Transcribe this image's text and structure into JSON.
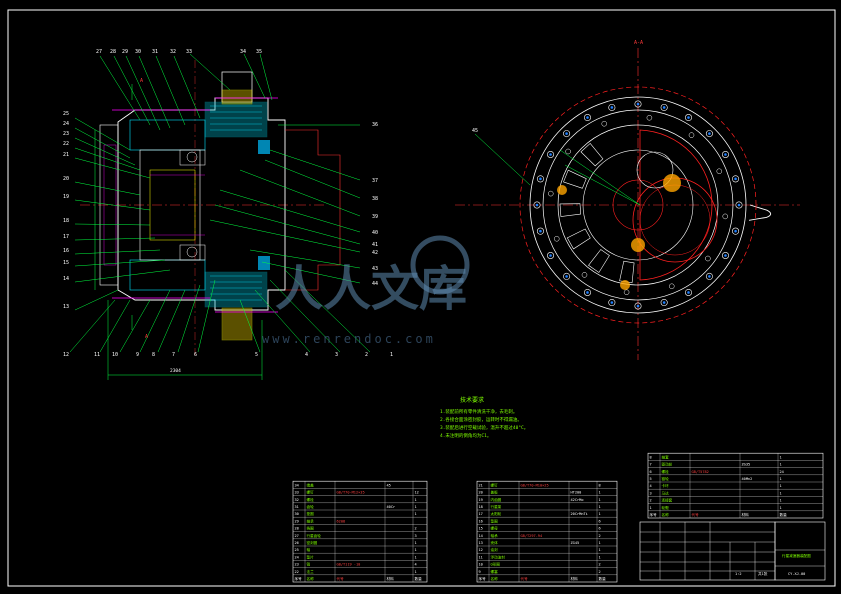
{
  "section_label": "A-A",
  "view_label_a": "A",
  "balloons_top": [
    "27",
    "28",
    "29",
    "30",
    "31",
    "32",
    "33",
    "34",
    "35"
  ],
  "balloons_left": [
    "25",
    "24",
    "23",
    "22",
    "21",
    "20",
    "19",
    "18",
    "17",
    "16",
    "15",
    "14",
    "13"
  ],
  "balloons_bottom": [
    "12",
    "11",
    "10",
    "9",
    "8",
    "7",
    "6",
    "5",
    "4",
    "3",
    "2",
    "1"
  ],
  "balloons_right": [
    "36",
    "37",
    "38",
    "39",
    "40",
    "41",
    "42",
    "43",
    "44"
  ],
  "balloon_45": "45",
  "dim_width": "2304",
  "tech_notes": {
    "title": "技术要求",
    "items": [
      "1.装配前所有零件清洗干净，去毛刺。",
      "2.各接合面涂密封胶，运转时不得漏油。",
      "3.装配后进行空载试验，温升不超过40°C。",
      "4.未注明的倒角均为C1。"
    ]
  },
  "parts_list_left": {
    "rows": [
      [
        "34",
        "端盖",
        "",
        "45",
        ""
      ],
      [
        "33",
        "螺钉",
        "GB/T70-M12×35",
        "",
        "12"
      ],
      [
        "32",
        "螺栓",
        "",
        "",
        "1"
      ],
      [
        "31",
        "齿轮",
        "",
        "40Cr",
        "1"
      ],
      [
        "30",
        "垫圈",
        "",
        "",
        "1"
      ],
      [
        "29",
        "轴承",
        "6208",
        "",
        ""
      ],
      [
        "28",
        "挡圈",
        "",
        "",
        "2"
      ],
      [
        "27",
        "行星齿轮",
        "",
        "",
        "3"
      ],
      [
        "26",
        "密封圈",
        "",
        "",
        "1"
      ],
      [
        "25",
        "轴",
        "",
        "",
        "1"
      ],
      [
        "24",
        "垫片",
        "",
        "",
        "1"
      ],
      [
        "23",
        "销",
        "GB/T119 -10",
        "",
        "4"
      ],
      [
        "22",
        "法兰",
        "",
        "",
        "1"
      ]
    ],
    "header": [
      "序号",
      "名称",
      "代号",
      "材料",
      "数量"
    ]
  },
  "parts_list_mid": {
    "rows": [
      [
        "21",
        "螺钉",
        "GB/T70-M10×25",
        "",
        "8"
      ],
      [
        "20",
        "盖板",
        "",
        "HT200",
        "1"
      ],
      [
        "19",
        "内齿圈",
        "",
        "42CrMo",
        "1"
      ],
      [
        "18",
        "行星架",
        "",
        "",
        "1"
      ],
      [
        "17",
        "太阳轮",
        "",
        "20CrMnTi",
        "1"
      ],
      [
        "16",
        "垫圈",
        "",
        "",
        "6"
      ],
      [
        "15",
        "螺母",
        "",
        "",
        "6"
      ],
      [
        "14",
        "轴承",
        "GB/T297-94",
        "",
        "2"
      ],
      [
        "13",
        "壳体",
        "",
        "ZG45",
        "1"
      ],
      [
        "12",
        "油封",
        "",
        "",
        "1"
      ],
      [
        "11",
        "浮动油封",
        "",
        "",
        "1"
      ],
      [
        "10",
        "O形圈",
        "",
        "",
        "2"
      ],
      [
        "9",
        "螺塞",
        "",
        "",
        "2"
      ]
    ]
  },
  "parts_list_right": {
    "rows": [
      [
        "8",
        "轴套",
        "",
        "",
        "1"
      ],
      [
        "7",
        "驱动轮",
        "",
        "ZG35",
        "1"
      ],
      [
        "6",
        "螺栓",
        "GB/T5782",
        "",
        "24"
      ],
      [
        "5",
        "链轮",
        "",
        "40Mn2",
        "1"
      ],
      [
        "4",
        "卡环",
        "",
        "",
        "1"
      ],
      [
        "3",
        "马达",
        "",
        "",
        "1"
      ],
      [
        "2",
        "连接套",
        "",
        "",
        "1"
      ],
      [
        "1",
        "轮毂",
        "",
        "",
        "1"
      ]
    ]
  },
  "title_block": {
    "drawing_title": "行星减速器装配图",
    "drawing_no": "CY-XJ-00",
    "scale": "1:2",
    "sheet": "共1张"
  },
  "watermark": {
    "text": "人人文库",
    "url": "www.renrendoc.com"
  },
  "colors": {
    "background": "#000000",
    "outline": "#ffffff",
    "cyan_lines": "#00e5ff",
    "magenta": "#ff00ff",
    "red": "#ff2020",
    "green": "#00ff40",
    "yellow": "#ffff00",
    "blue_holes": "#2080ff"
  }
}
